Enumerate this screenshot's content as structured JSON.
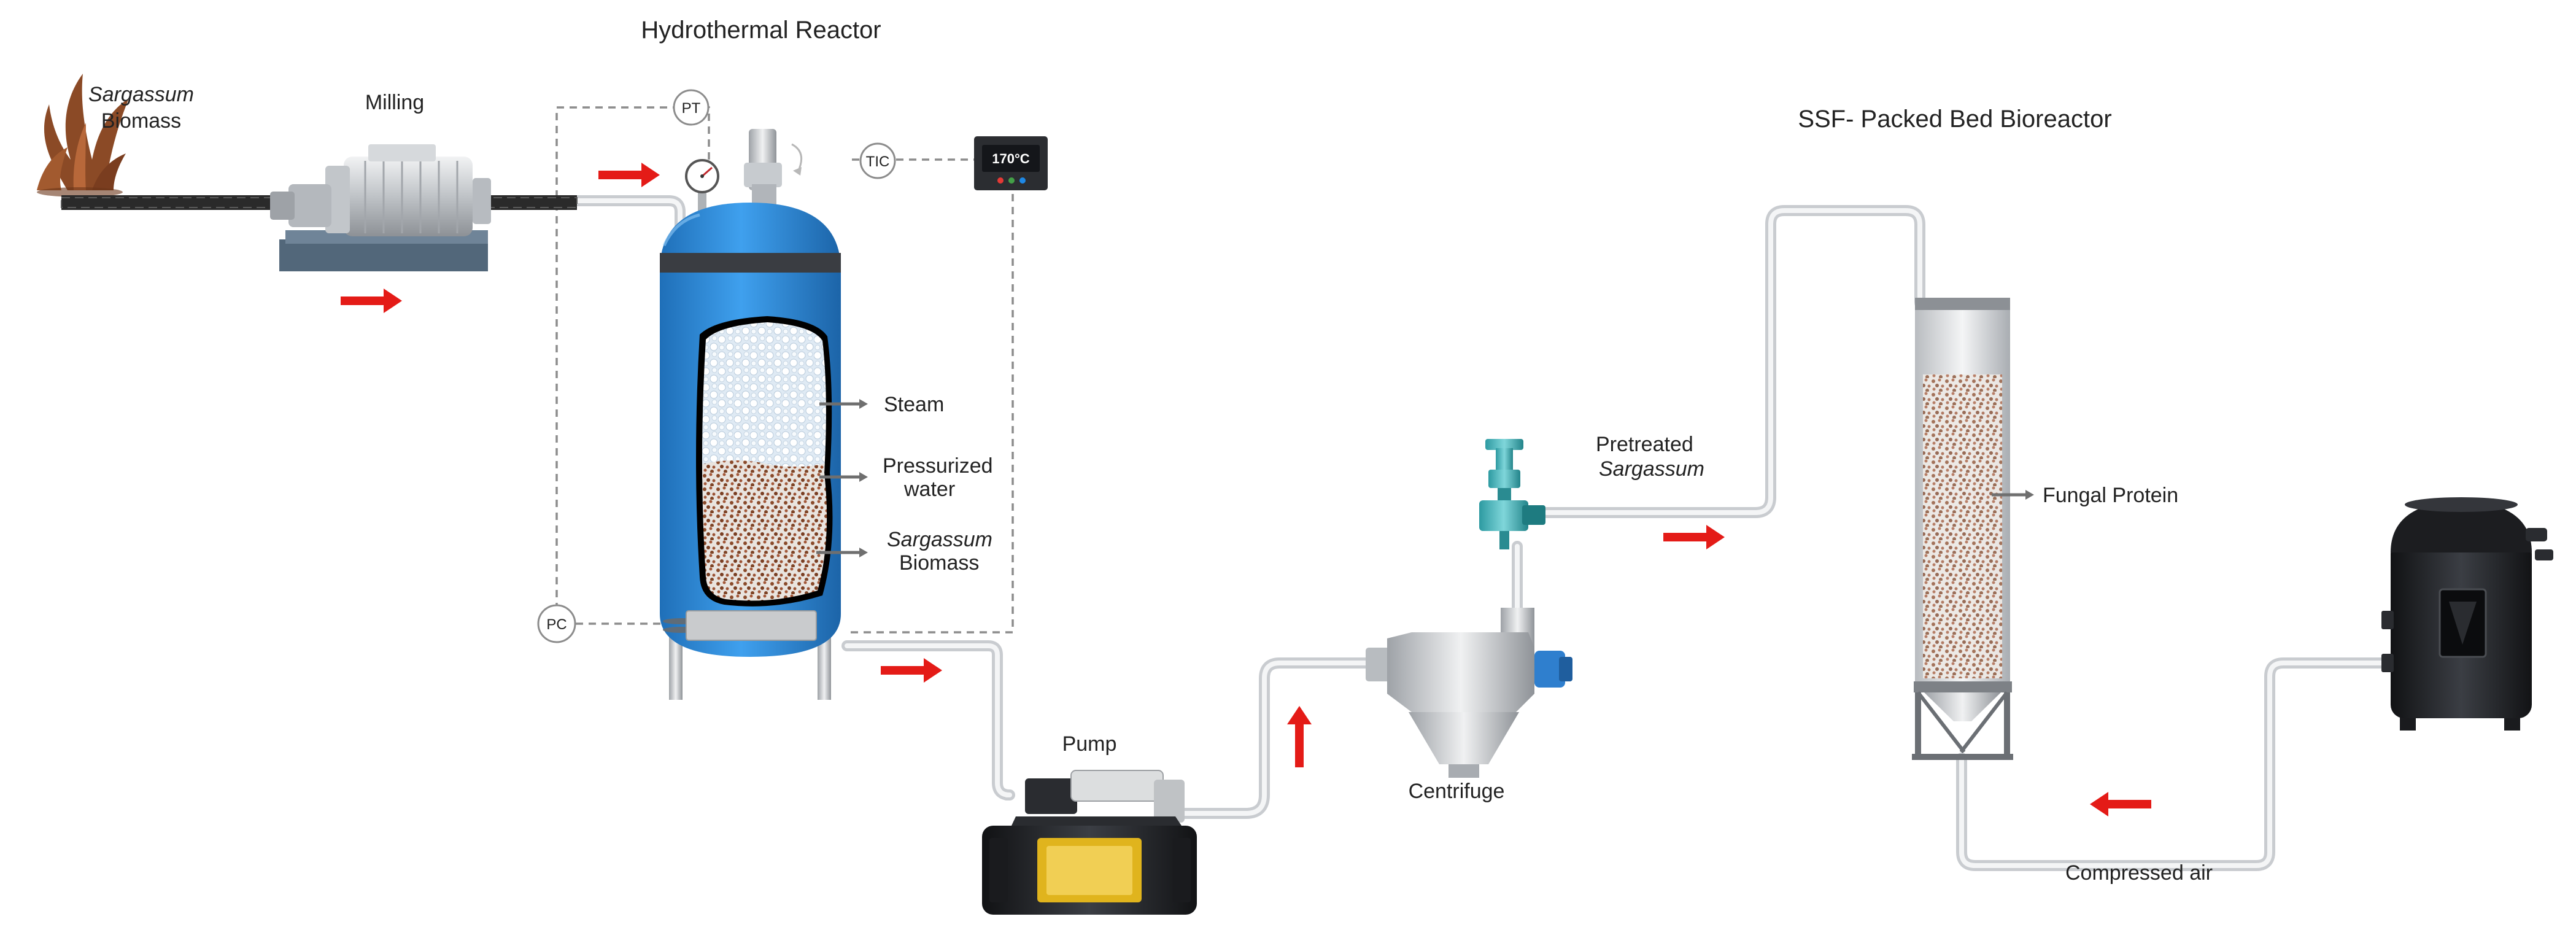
{
  "colors": {
    "flow_arrow": "#e41b17",
    "reactor_body": "#2f88d6",
    "pipe": "#c9ccd0",
    "biomass": "#8a4a2a",
    "compressor": "#1f2125"
  },
  "labels": {
    "hydrothermal_reactor": "Hydrothermal Reactor",
    "sargassum_biomass_top_italic": "Sargassum",
    "sargassum_biomass_top": "Biomass",
    "milling": "Milling",
    "pt": "PT",
    "tic": "TIC",
    "temperature_display": "170°C",
    "steam": "Steam",
    "pressurized_water_1": "Pressurized",
    "pressurized_water_2": "water",
    "sargassum_inside_italic": "Sargassum",
    "sargassum_inside": "Biomass",
    "pc": "PC",
    "pump": "Pump",
    "centrifuge": "Centrifuge",
    "pretreated_1": "Pretreated",
    "pretreated_2_italic": "Sargassum",
    "ssf_bioreactor": "SSF- Packed Bed Bioreactor",
    "fungal_protein": "Fungal Protein",
    "compressed_air": "Compressed air"
  },
  "icons": {
    "seaweed": "seaweed-icon",
    "mill": "mill-motor-icon",
    "gauge": "pressure-gauge-icon",
    "display": "temperature-display-icon",
    "pump": "pump-icon",
    "centrifuge": "centrifuge-icon",
    "valve": "valve-icon",
    "bioreactor": "column-bioreactor-icon",
    "compressor": "air-compressor-icon"
  }
}
